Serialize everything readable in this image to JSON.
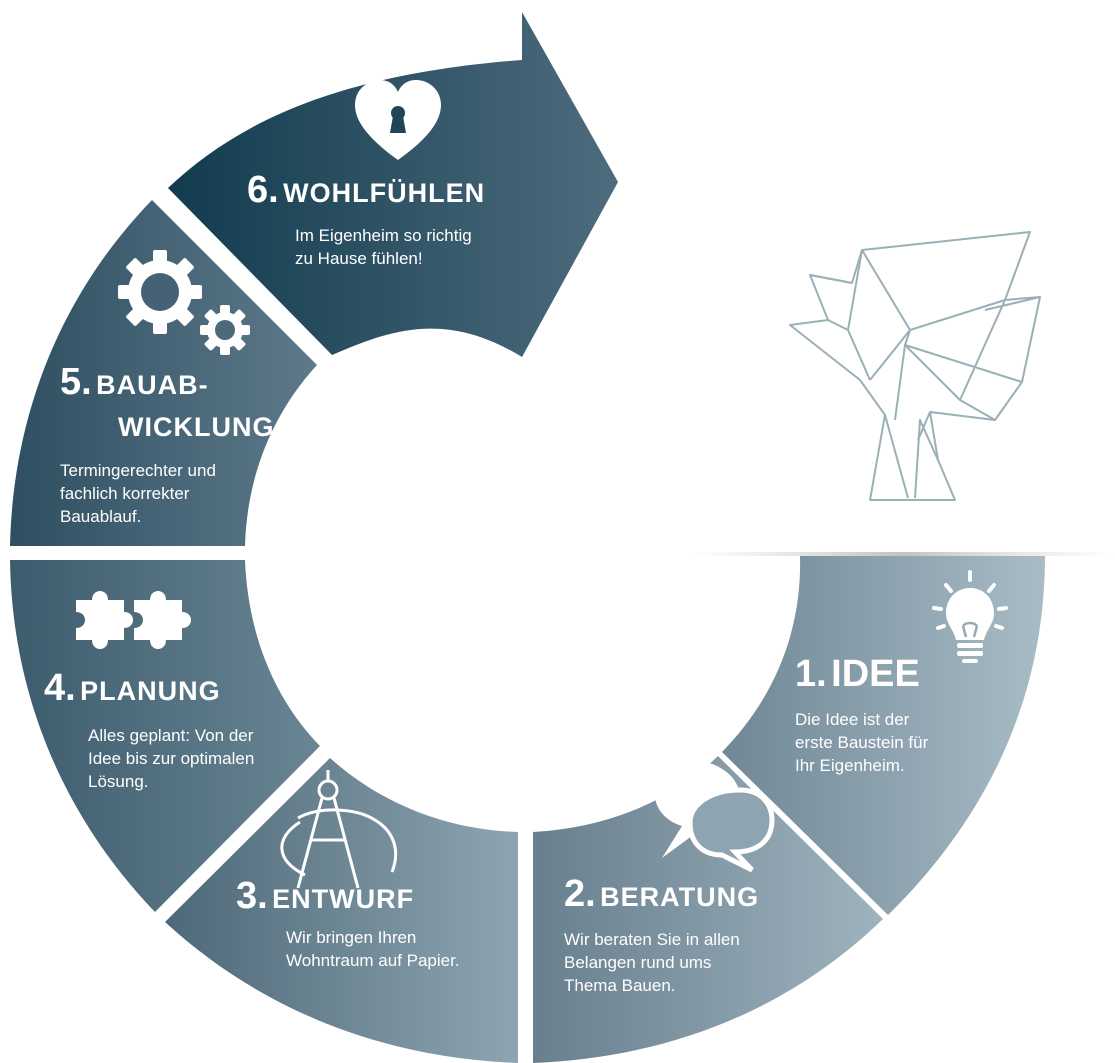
{
  "colors": {
    "dark": "#163f52",
    "mid": "#4a6b7c",
    "light": "#a9bdc7",
    "tree_stroke": "#9ab0b7",
    "text": "#ffffff"
  },
  "steps": [
    {
      "number": "1.",
      "title": "IDEE",
      "desc": [
        "Die Idee ist der",
        "erste Baustein für",
        "Ihr Eigenheim."
      ],
      "icon": "lightbulb-icon"
    },
    {
      "number": "2.",
      "title": "BERATUNG",
      "desc": [
        "Wir beraten Sie in allen",
        "Belangen rund ums",
        "Thema Bauen."
      ],
      "icon": "speech-bubbles-icon"
    },
    {
      "number": "3.",
      "title": "ENTWURF",
      "desc": [
        "Wir bringen Ihren",
        "Wohntraum auf Papier."
      ],
      "icon": "compass-icon"
    },
    {
      "number": "4.",
      "title": "PLANUNG",
      "desc": [
        "Alles geplant: Von der",
        "Idee bis zur optimalen",
        "Lösung."
      ],
      "icon": "puzzle-icon"
    },
    {
      "number": "5.",
      "title": "BAUAB-",
      "title2": "WICKLUNG",
      "desc": [
        "Termingerechter und",
        "fachlich korrekter",
        "Bauablauf."
      ],
      "icon": "gears-icon"
    },
    {
      "number": "6.",
      "title": "WOHLFÜHLEN",
      "desc": [
        "Im Eigenheim so richtig",
        "zu Hause fühlen!"
      ],
      "icon": "heart-lock-icon"
    }
  ],
  "decoration": {
    "icon": "polygon-tree-icon"
  }
}
